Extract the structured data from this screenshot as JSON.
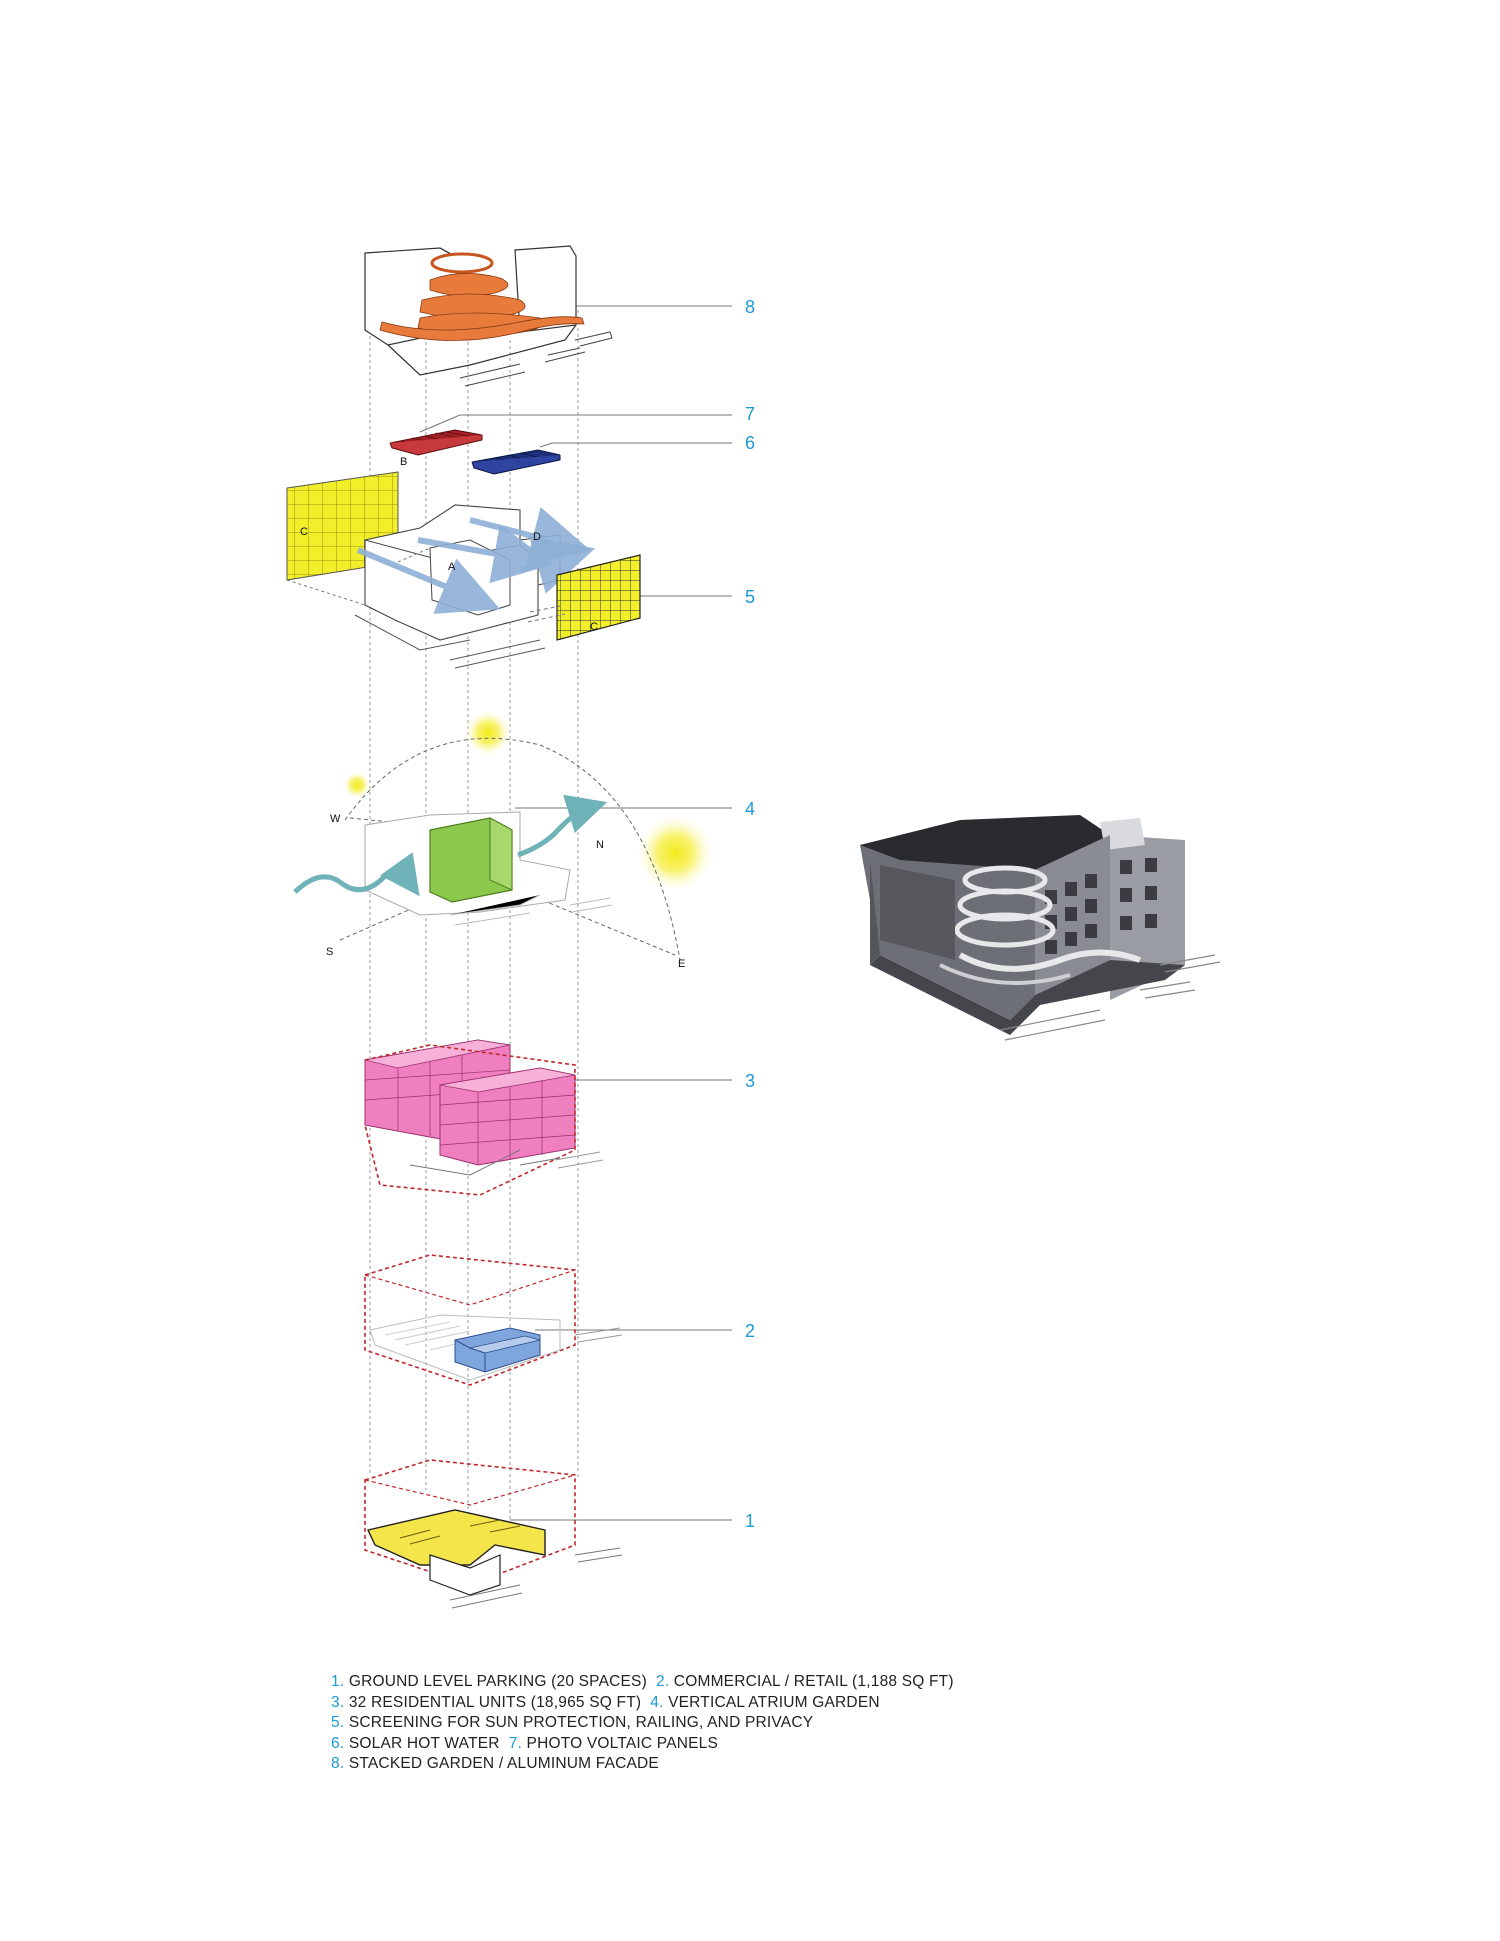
{
  "colors": {
    "callout": "#1a9ad6",
    "garden_orange": "#e87b3c",
    "pv_red": "#a31f24",
    "solar_blue": "#1e2f7a",
    "screen_yellow": "#f2ee2a",
    "atrium_green": "#8cc84b",
    "residential_pink": "#f07fbf",
    "retail_blue": "#7fa6dc",
    "parking_yellow": "#f4e64a",
    "dash_red": "#c0282d"
  },
  "callouts": [
    "8",
    "7",
    "6",
    "5",
    "4",
    "3",
    "2",
    "1"
  ],
  "letters": {
    "b": "B",
    "c_left": "C",
    "a": "A",
    "d": "D",
    "c_right": "C",
    "w": "W",
    "n": "N",
    "s": "S",
    "e": "E"
  },
  "legend": [
    {
      "n1": "1.",
      "t1": " GROUND LEVEL PARKING (20 SPACES)  ",
      "n2": "2.",
      "t2": " COMMERCIAL / RETAIL (1,188 SQ FT)"
    },
    {
      "n1": "3.",
      "t1": " 32 RESIDENTIAL UNITS (18,965 SQ FT)  ",
      "n2": "4.",
      "t2": " VERTICAL ATRIUM GARDEN"
    },
    {
      "n1": "5.",
      "t1": " SCREENING FOR SUN PROTECTION, RAILING, AND PRIVACY",
      "n2": "",
      "t2": ""
    },
    {
      "n1": "6.",
      "t1": " SOLAR HOT WATER  ",
      "n2": "7.",
      "t2": " PHOTO VOLTAIC PANELS"
    },
    {
      "n1": "8.",
      "t1": " STACKED GARDEN / ALUMINUM FACADE",
      "n2": "",
      "t2": ""
    }
  ]
}
